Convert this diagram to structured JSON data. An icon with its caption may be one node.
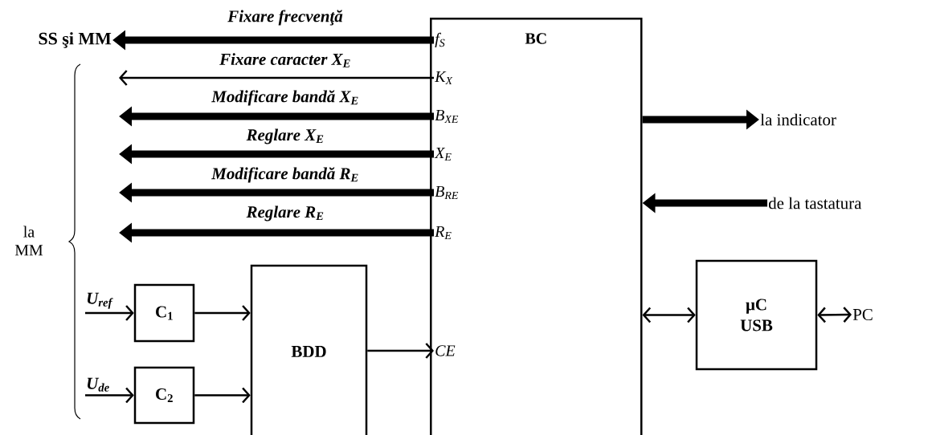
{
  "diagram": {
    "nodes": [
      {
        "text": [
          "SS şi MM"
        ]
      },
      {
        "text": [
          "BC"
        ]
      },
      {
        "text": [
          "f$_{S}$"
        ],
        "in": 1
      },
      {
        "text": [
          "K$_{X}$"
        ],
        "in": 1
      },
      {
        "text": [
          "B$_{XE}$"
        ],
        "in": 1
      },
      {
        "text": [
          "X$_{E}$"
        ],
        "in": 1
      },
      {
        "text": [
          "B$_{RE}$"
        ],
        "in": 1
      },
      {
        "text": [
          "R$_{E}$"
        ],
        "in": 1
      },
      {
        "text": [
          "CE"
        ],
        "in": 1
      },
      {
        "text": [
          "la indicator"
        ]
      },
      {
        "text": [
          "de la tastatura"
        ]
      },
      {
        "text": [
          "C$_{1}$"
        ]
      },
      {
        "text": [
          "C$_{2}$"
        ]
      },
      {
        "text": [
          "BDD"
        ]
      },
      {
        "text": [
          "μC USB"
        ]
      },
      {
        "text": [
          "PC"
        ]
      },
      {
        "text": [
          "U$_{ref}$"
        ]
      },
      {
        "text": [
          "U$_{de}$"
        ]
      }
    ],
    "edges": [
      {
        "from": 2,
        "to": 0,
        "arrow": "to",
        "style": "thick",
        "label": "Fixare frecvenţă"
      },
      {
        "from": 3,
        "to": null,
        "arrow": "to",
        "label": "Fixare caracter X$_{E}$"
      },
      {
        "from": 4,
        "to": null,
        "arrow": "to",
        "style": "thick",
        "label": "Modificare bandă X$_{E}$"
      },
      {
        "from": 5,
        "to": null,
        "arrow": "to",
        "style": "thick",
        "label": "Reglare X$_{E}$"
      },
      {
        "from": 6,
        "to": null,
        "arrow": "to",
        "style": "thick",
        "label": "Modificare bandă R$_{E}$"
      },
      {
        "from": 7,
        "to": null,
        "arrow": "to",
        "style": "thick",
        "label": "Reglare R$_{E}$"
      },
      {
        "from": 1,
        "to": 9,
        "arrow": "to",
        "style": "thick"
      },
      {
        "from": 10,
        "to": 1,
        "arrow": "to",
        "style": "thick"
      },
      {
        "from": 16,
        "to": 11,
        "arrow": "to"
      },
      {
        "from": 17,
        "to": 12,
        "arrow": "to"
      },
      {
        "from": 11,
        "to": 13,
        "arrow": "to"
      },
      {
        "from": 12,
        "to": 13,
        "arrow": "to"
      },
      {
        "from": 13,
        "to": 8,
        "arrow": "to"
      },
      {
        "from": 1,
        "to": 14,
        "arrow": "both"
      },
      {
        "from": 14,
        "to": 15,
        "arrow": "both"
      }
    ],
    "labels": [
      "la MM"
    ]
  }
}
